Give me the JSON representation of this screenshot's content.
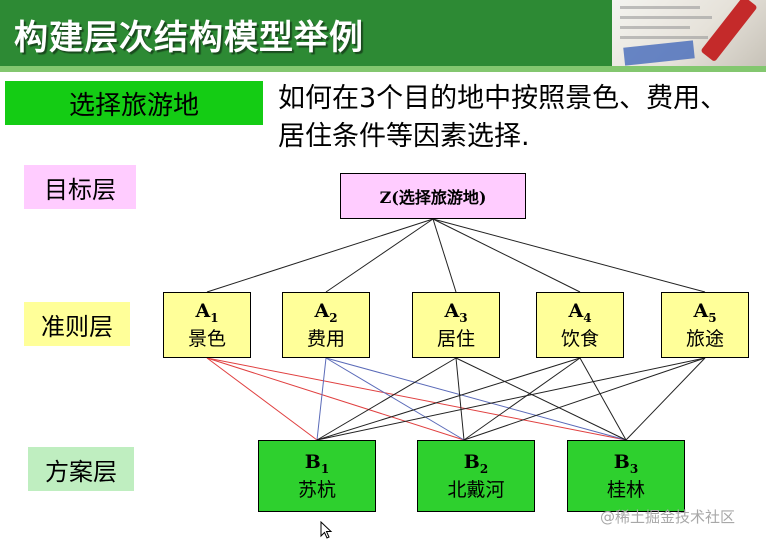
{
  "header": {
    "title": "构建层次结构模型举例"
  },
  "topic_label": "选择旅游地",
  "question": "如何在3个目的地中按照景色、费用、居住条件等因素选择.",
  "layers": {
    "goal": "目标层",
    "criteria": "准则层",
    "alternatives": "方案层"
  },
  "goal": {
    "text": "Z(选择旅游地)"
  },
  "criteria": [
    {
      "code": "A",
      "sub": "1",
      "name": "景色"
    },
    {
      "code": "A",
      "sub": "2",
      "name": "费用"
    },
    {
      "code": "A",
      "sub": "3",
      "name": "居住"
    },
    {
      "code": "A",
      "sub": "4",
      "name": "饮食"
    },
    {
      "code": "A",
      "sub": "5",
      "name": "旅途"
    }
  ],
  "alternatives": [
    {
      "code": "B",
      "sub": "1",
      "name": "苏杭"
    },
    {
      "code": "B",
      "sub": "2",
      "name": "北戴河"
    },
    {
      "code": "B",
      "sub": "3",
      "name": "桂林"
    }
  ],
  "watermark": "@稀土掘金技术社区",
  "colors": {
    "header_bg": "#2d8a34",
    "goal_fill": "#ffccff",
    "criteria_fill": "#ffff99",
    "alternative_fill": "#2ed02e",
    "topic_fill": "#14cc14",
    "edge_a1": "#e04040",
    "edge_a2": "#5a6ab8",
    "edge_other": "#222222"
  }
}
